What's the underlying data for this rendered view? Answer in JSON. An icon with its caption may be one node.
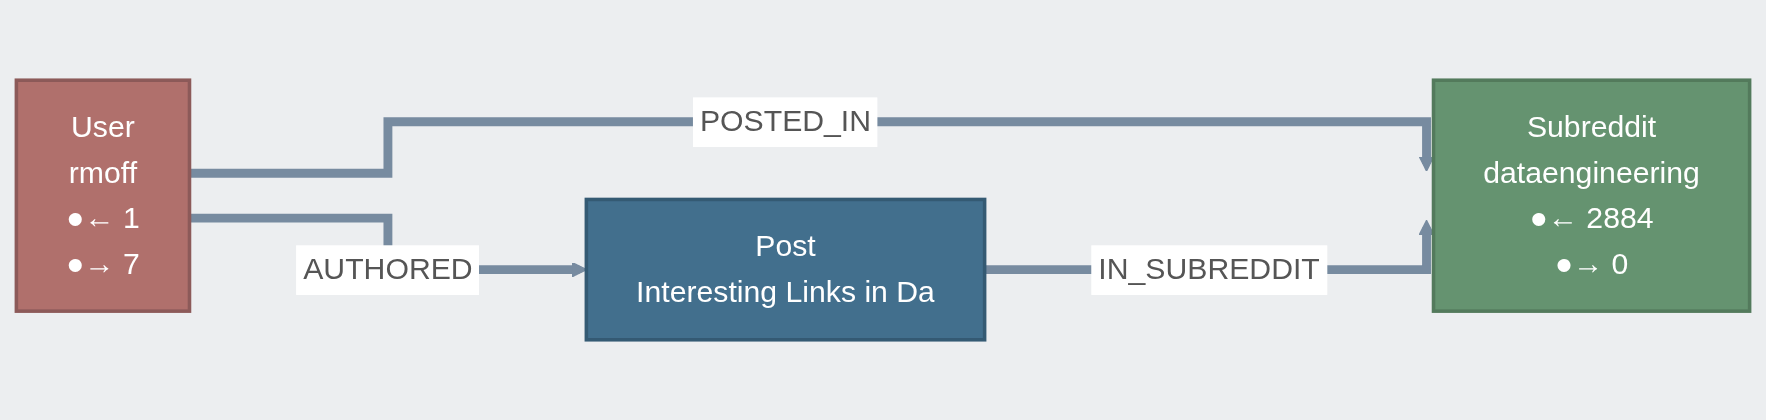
{
  "diagram": {
    "nodes": [
      {
        "text": [
          "User",
          "rmoff",
          "●← 1",
          "●→ 7"
        ]
      },
      {
        "text": [
          "Post",
          "Interesting Links in Da"
        ]
      },
      {
        "text": [
          "Subreddit",
          "dataengineering",
          "●← 2884",
          "●→ 0"
        ]
      }
    ],
    "edges": [
      {
        "from": 0,
        "to": 2,
        "arrow": "to",
        "label": "POSTED_IN"
      },
      {
        "from": 0,
        "to": 1,
        "arrow": "to",
        "label": "AUTHORED"
      },
      {
        "from": 1,
        "to": 2,
        "arrow": "to",
        "label": "IN_SUBREDDIT"
      }
    ]
  }
}
